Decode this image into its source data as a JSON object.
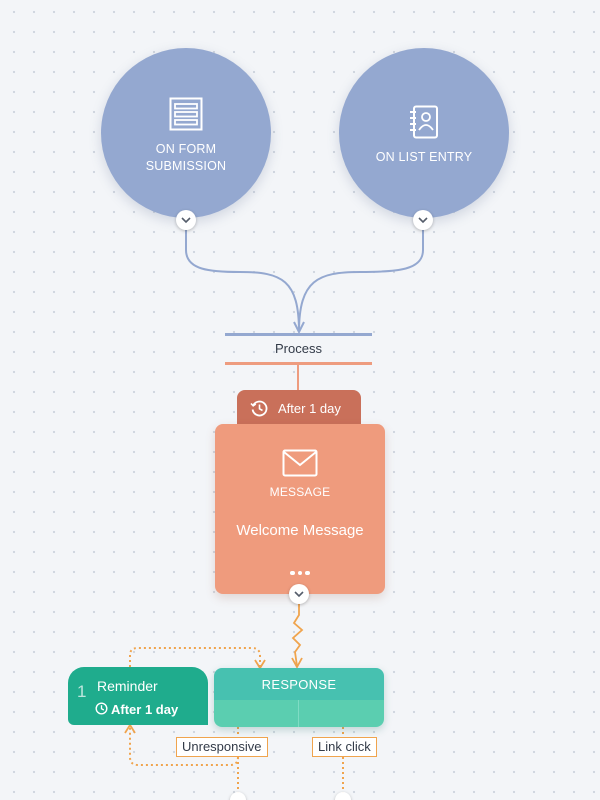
{
  "triggers": [
    {
      "label_line1": "ON FORM",
      "label_line2": "SUBMISSION",
      "icon": "form-icon"
    },
    {
      "label": "ON LIST ENTRY",
      "icon": "contact-book-icon"
    }
  ],
  "process": {
    "label": "Process"
  },
  "delay": {
    "label": "After 1 day",
    "icon": "history-clock-icon"
  },
  "message": {
    "type": "MESSAGE",
    "name": "Welcome Message",
    "icon": "envelope-icon",
    "more_icon": "more-dots-icon"
  },
  "reminder": {
    "number": "1",
    "title": "Reminder",
    "delay": "After 1 day",
    "icon": "clock-icon"
  },
  "response": {
    "title": "RESPONSE",
    "branches": [
      {
        "label": "Unresponsive"
      },
      {
        "label": "Link click"
      }
    ]
  },
  "colors": {
    "trigger": "#94a8d0",
    "message": "#ef9b7d",
    "delay_tab": "#c9705a",
    "reminder": "#1fac8d",
    "response": "#47c1b0",
    "branch_connector": "#f0a44d"
  }
}
